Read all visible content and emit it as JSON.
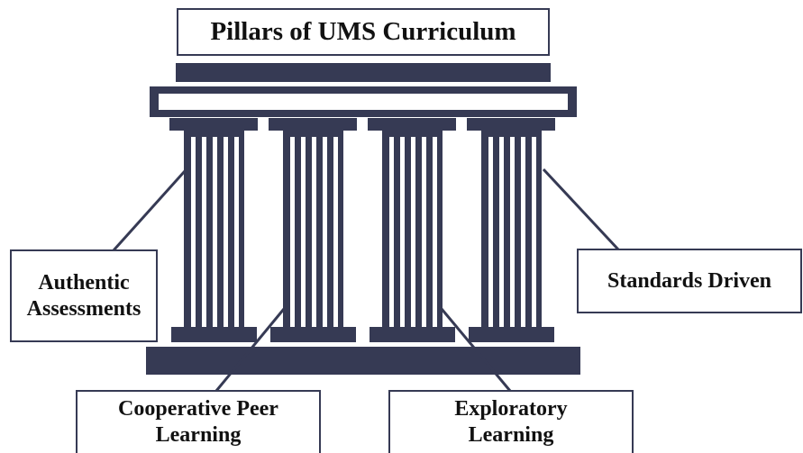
{
  "title": "Pillars of UMS Curriculum",
  "labels": {
    "left": [
      "Authentic",
      "Assessments"
    ],
    "right": [
      "Standards Driven"
    ],
    "bottom_left": [
      "Cooperative Peer",
      "Learning"
    ],
    "bottom_right": [
      "Exploratory",
      "Learning"
    ]
  },
  "colors": {
    "pillar": "#363a54",
    "text": "#111111",
    "background": "#ffffff"
  }
}
